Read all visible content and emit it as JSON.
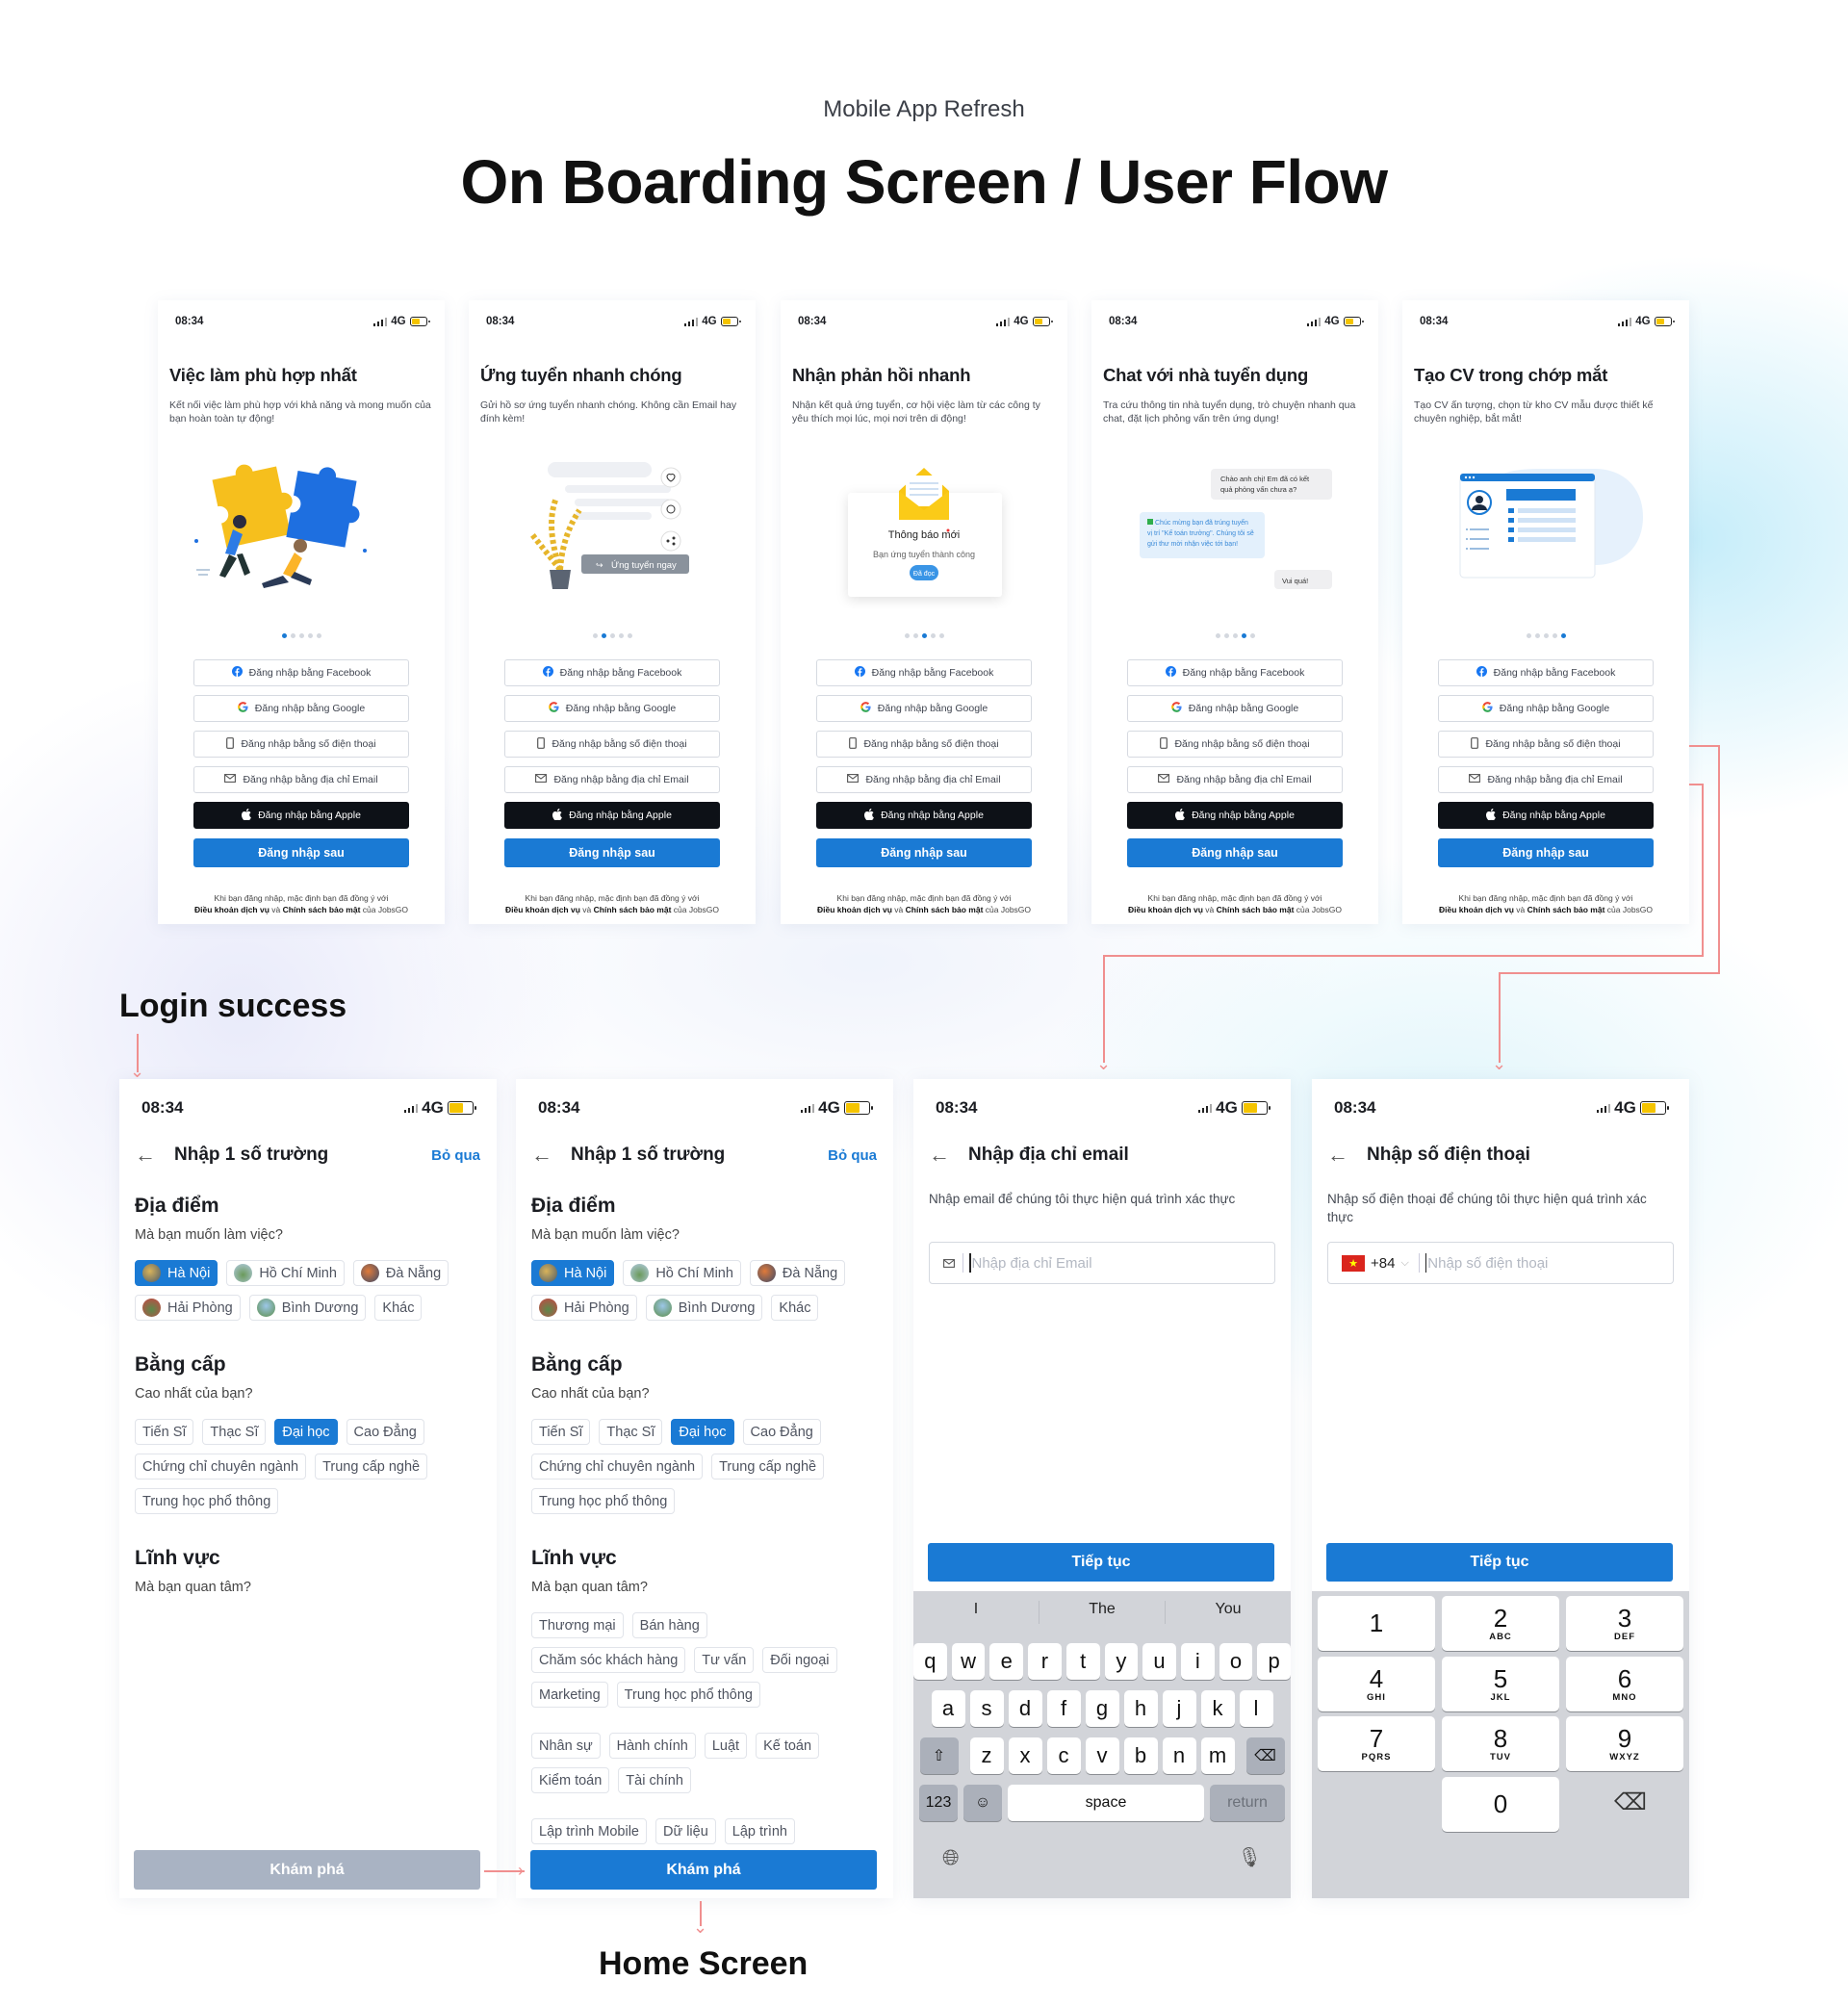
{
  "header": {
    "subtitle": "Mobile App Refresh",
    "title": "On Boarding Screen / User Flow"
  },
  "status": {
    "time": "08:34",
    "network": "4G"
  },
  "colors": {
    "primary": "#1a7ad4",
    "dark_button": "#0d1117",
    "disabled_button": "#a9b3c3",
    "battery": "#f5c400",
    "connector": "#f08f8f"
  },
  "onboarding": {
    "slides": [
      {
        "title": "Việc làm phù hợp nhất",
        "desc": "Kết nối việc làm phù hợp với khả năng và mong muốn của bạn hoàn toàn tự động!",
        "active_dot": 0
      },
      {
        "title": "Ứng tuyển nhanh chóng",
        "desc": "Gửi hồ sơ ứng tuyển nhanh chóng. Không cần Email hay đính kèm!",
        "active_dot": 1,
        "illustration": {
          "apply_button": "Ứng tuyển ngay"
        }
      },
      {
        "title": "Nhận phản hồi nhanh",
        "desc": "Nhận kết quả ứng tuyển, cơ hội việc làm từ các công ty yêu thích mọi lúc, mọi nơi trên di động!",
        "active_dot": 2,
        "illustration": {
          "notice_title": "Thông báo mới",
          "notice_text": "Bạn ứng tuyển thành công",
          "notice_button": "Đã đọc"
        }
      },
      {
        "title": "Chat với nhà tuyển dụng",
        "desc": "Tra cứu thông tin nhà tuyển dụng, trò chuyện nhanh qua chat, đặt lịch phỏng vấn trên ứng dụng!",
        "active_dot": 3,
        "illustration": {
          "msg1": [
            "Chào anh chị! Em đã có kết",
            "quả phỏng vấn chưa ạ?"
          ],
          "msg2": [
            "Chúc mừng bạn đã trúng tuyển",
            "vị trí \"Kế toán trưởng\". Chúng tôi sẽ",
            "gửi thư mời nhận việc tới bạn!"
          ],
          "msg3": "Vui quá!"
        }
      },
      {
        "title": "Tạo CV trong chớp mắt",
        "desc": "Tạo CV ấn tượng, chọn từ kho CV mẫu được thiết kế chuyên nghiệp, bắt mắt!",
        "active_dot": 4
      }
    ],
    "dot_count": 5,
    "buttons": {
      "facebook": "Đăng nhập bằng Facebook",
      "google": "Đăng nhập bằng Google",
      "phone": "Đăng nhập bằng số điện thoại",
      "email": "Đăng nhập bằng địa chỉ Email",
      "apple": "Đăng nhập bằng Apple",
      "later": "Đăng nhập sau"
    },
    "footer": {
      "line1": "Khi bạn đăng nhập, mặc định bạn đã đồng ý với",
      "terms": "Điều khoản dịch vụ",
      "and": "và",
      "privacy": "Chính sách bảo mật",
      "suffix": "của JobsGO"
    }
  },
  "labels": {
    "login_success": "Login success",
    "home_screen": "Home Screen"
  },
  "profile_screens": [
    {
      "title": "Nhập 1 số trường",
      "skip": "Bỏ qua",
      "button": "Khám phá",
      "button_enabled": false,
      "sections": [
        {
          "title": "Địa điểm",
          "subtitle": "Mà bạn muốn làm việc?",
          "groups": [
            [
              {
                "label": "Hà Nội",
                "selected": true,
                "photo": true
              },
              {
                "label": "Hồ Chí Minh",
                "photo": true
              },
              {
                "label": "Đà Nẵng",
                "photo": true
              },
              {
                "label": "Hải Phòng",
                "photo": true
              },
              {
                "label": "Bình Dương",
                "photo": true
              },
              {
                "label": "Khác"
              }
            ]
          ]
        },
        {
          "title": "Bằng cấp",
          "subtitle": "Cao nhất của bạn?",
          "groups": [
            [
              {
                "label": "Tiến Sĩ"
              },
              {
                "label": "Thạc Sĩ"
              },
              {
                "label": "Đại học",
                "selected": true
              },
              {
                "label": "Cao Đẳng"
              },
              {
                "label": "Chứng chỉ chuyên ngành"
              },
              {
                "label": "Trung cấp nghề"
              },
              {
                "label": "Trung học phổ thông"
              }
            ]
          ]
        },
        {
          "title": "Lĩnh vực",
          "subtitle": "Mà bạn quan tâm?",
          "groups": []
        }
      ]
    },
    {
      "title": "Nhập 1 số trường",
      "skip": "Bỏ qua",
      "button": "Khám phá",
      "button_enabled": true,
      "sections": [
        {
          "title": "Địa điểm",
          "subtitle": "Mà bạn muốn làm việc?",
          "groups": [
            [
              {
                "label": "Hà Nội",
                "selected": true,
                "photo": true
              },
              {
                "label": "Hồ Chí Minh",
                "photo": true
              },
              {
                "label": "Đà Nẵng",
                "photo": true
              },
              {
                "label": "Hải Phòng",
                "photo": true
              },
              {
                "label": "Bình Dương",
                "photo": true
              },
              {
                "label": "Khác"
              }
            ]
          ]
        },
        {
          "title": "Bằng cấp",
          "subtitle": "Cao nhất của bạn?",
          "groups": [
            [
              {
                "label": "Tiến Sĩ"
              },
              {
                "label": "Thạc Sĩ"
              },
              {
                "label": "Đại học",
                "selected": true
              },
              {
                "label": "Cao Đẳng"
              },
              {
                "label": "Chứng chỉ chuyên ngành"
              },
              {
                "label": "Trung cấp nghề"
              },
              {
                "label": "Trung học phổ thông"
              }
            ]
          ]
        },
        {
          "title": "Lĩnh vực",
          "subtitle": "Mà bạn quan tâm?",
          "groups": [
            [
              {
                "label": "Thương mại"
              },
              {
                "label": "Bán hàng"
              },
              {
                "label": "Chăm sóc khách hàng"
              },
              {
                "label": "Tư vấn"
              },
              {
                "label": "Đối ngoại"
              },
              {
                "label": "Marketing"
              },
              {
                "label": "Trung học phổ thông"
              }
            ],
            [
              {
                "label": "Nhân sự"
              },
              {
                "label": "Hành chính"
              },
              {
                "label": "Luật"
              },
              {
                "label": "Kế toán"
              },
              {
                "label": "Kiểm toán"
              },
              {
                "label": "Tài chính"
              }
            ],
            [
              {
                "label": "Lập trình Mobile"
              },
              {
                "label": "Dữ liệu"
              },
              {
                "label": "Lập trình"
              }
            ]
          ]
        }
      ]
    }
  ],
  "email_screen": {
    "title": "Nhập địa chỉ email",
    "desc": "Nhập email để chúng tôi thực hiện quá trình xác thực",
    "placeholder": "Nhập địa chỉ Email",
    "button": "Tiếp tục"
  },
  "phone_screen": {
    "title": "Nhập số điện thoại",
    "desc": "Nhập số điện thoại để chúng tôi thực hiện quá trình xác thực",
    "country_code": "+84",
    "placeholder": "Nhập số điện thoại",
    "button": "Tiếp tục"
  },
  "keyboard": {
    "suggestions": [
      "I",
      "The",
      "You"
    ],
    "rows": [
      [
        "q",
        "w",
        "e",
        "r",
        "t",
        "y",
        "u",
        "i",
        "o",
        "p"
      ],
      [
        "a",
        "s",
        "d",
        "f",
        "g",
        "h",
        "j",
        "k",
        "l"
      ],
      [
        "z",
        "x",
        "c",
        "v",
        "b",
        "n",
        "m"
      ]
    ],
    "numbers": "123",
    "space": "space",
    "return": "return"
  },
  "numpad": {
    "keys": [
      {
        "digit": "1",
        "letters": ""
      },
      {
        "digit": "2",
        "letters": "ABC"
      },
      {
        "digit": "3",
        "letters": "DEF"
      },
      {
        "digit": "4",
        "letters": "GHI"
      },
      {
        "digit": "5",
        "letters": "JKL"
      },
      {
        "digit": "6",
        "letters": "MNO"
      },
      {
        "digit": "7",
        "letters": "PQRS"
      },
      {
        "digit": "8",
        "letters": "TUV"
      },
      {
        "digit": "9",
        "letters": "WXYZ"
      },
      {
        "digit": "0",
        "letters": ""
      }
    ]
  }
}
